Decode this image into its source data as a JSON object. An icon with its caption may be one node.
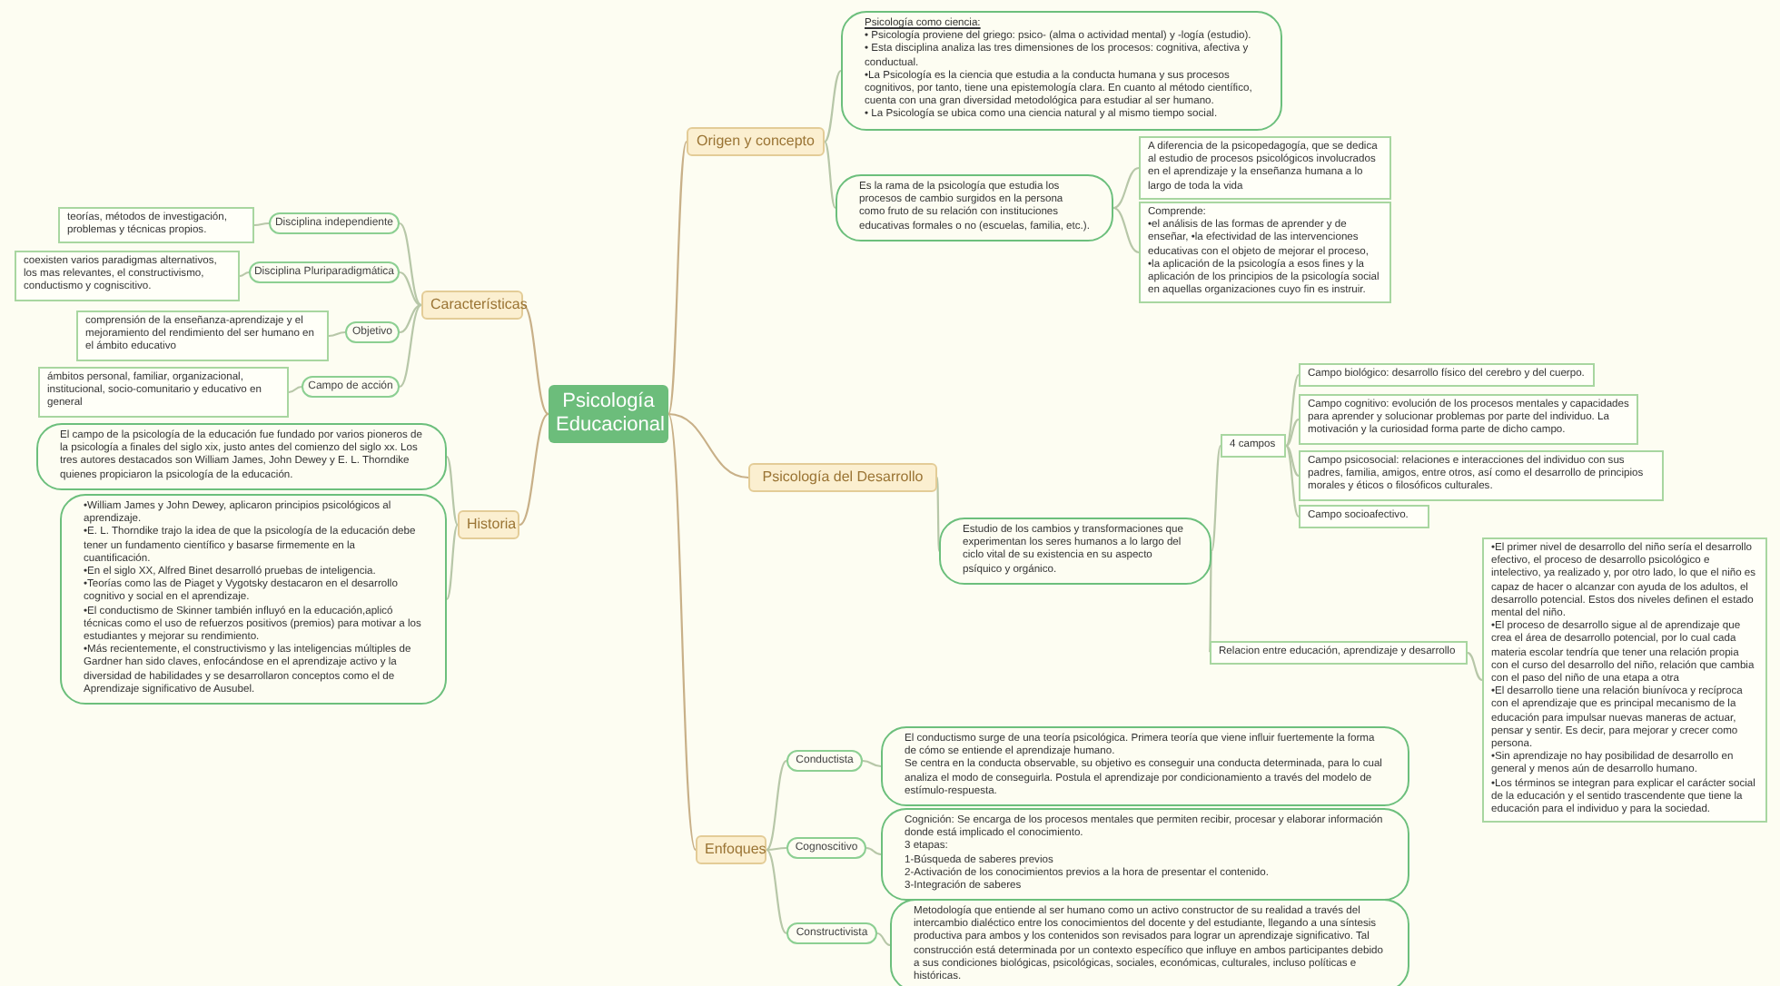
{
  "diagram": {
    "nodes": [
      {
        "text": [
          "Psicología Educacional"
        ]
      },
      {
        "text": [
          "Origen y concepto"
        ]
      },
      {
        "text": [
          "Psicología como ciencia:",
          "• Psicología proviene del griego: psico- (alma o actividad mental) y -logía (estudio).",
          "• Esta disciplina analiza las tres dimensiones de los procesos: cognitiva, afectiva y conductual.",
          "•La Psicología es la ciencia que estudia a la conducta humana y sus procesos cognitivos, por tanto, tiene una epistemología clara. En cuanto al método científico, cuenta con una gran diversidad metodológica para estudiar al ser humano.",
          "• La Psicología se ubica como una ciencia natural y al mismo tiempo social."
        ]
      },
      {
        "text": [
          "Es la rama de la psicología que estudia los procesos de cambio surgidos en la persona como fruto de su relación con instituciones educativas formales o no (escuelas, familia, etc.)."
        ]
      },
      {
        "text": [
          "A diferencia de la psicopedagogía, que se dedica al estudio de procesos psicológicos involucrados en el aprendizaje y la enseñanza humana a lo largo de toda la vida"
        ]
      },
      {
        "text": [
          "Comprende:",
          "•el análisis de las formas de aprender y de enseñar, •la efectividad de las intervenciones educativas con el objeto de mejorar el proceso,",
          "•la aplicación de la psicología a esos fines y la aplicación de los principios de la psicología social en aquellas organizaciones cuyo fin es instruir."
        ]
      },
      {
        "text": [
          "Características"
        ]
      },
      {
        "text": [
          "Disciplina independiente"
        ]
      },
      {
        "text": [
          "teorías, métodos de investigación, problemas y técnicas propios."
        ]
      },
      {
        "text": [
          "Disciplina Pluriparadigmática"
        ]
      },
      {
        "text": [
          "coexisten varios paradigmas alternativos, los mas relevantes, el constructivismo, conductismo y cogniscitivo."
        ]
      },
      {
        "text": [
          "Objetivo"
        ]
      },
      {
        "text": [
          "comprensión de la enseñanza-aprendizaje y el mejoramiento del rendimiento del ser humano en el ámbito educativo"
        ]
      },
      {
        "text": [
          "Campo de acción"
        ]
      },
      {
        "text": [
          "ámbitos personal, familiar, organizacional, institucional, socio-comunitario y educativo en general"
        ]
      },
      {
        "text": [
          "Historia"
        ]
      },
      {
        "text": [
          "El campo de la psicología de la educación fue fundado por varios pioneros de la psicología a finales del siglo xix, justo antes del comienzo del siglo xx. Los tres autores destacados son William James, John Dewey y E. L. Thorndike quienes propiciaron la psicología de la educación."
        ]
      },
      {
        "text": [
          "•William James y John Dewey, aplicaron principios psicológicos al aprendizaje.",
          "•E. L. Thorndike trajo la idea de que la psicología de la educación debe tener un fundamento científico y basarse firmemente en la cuantificación.",
          "•En el siglo XX, Alfred Binet desarrolló pruebas de inteligencia.",
          "•Teorías como las de Piaget y Vygotsky destacaron en el desarrollo cognitivo y social en el aprendizaje.",
          "•El conductismo de Skinner también influyó en la educación,aplicó técnicas como el uso de refuerzos positivos (premios) para motivar a los estudiantes y mejorar su rendimiento.",
          "•Más recientemente, el constructivismo y las inteligencias múltiples de Gardner han sido claves, enfocándose en el aprendizaje activo y la diversidad de habilidades y se desarrollaron conceptos como el de Aprendizaje significativo de Ausubel."
        ]
      },
      {
        "text": [
          "Psicología del Desarrollo"
        ]
      },
      {
        "text": [
          "Estudio de los cambios y transformaciones que experimentan los seres humanos a lo largo del ciclo vital de su existencia en su aspecto psíquico y orgánico."
        ]
      },
      {
        "text": [
          "4 campos"
        ]
      },
      {
        "text": [
          "Campo biológico: desarrollo físico del cerebro y del cuerpo."
        ]
      },
      {
        "text": [
          "Campo cognitivo: evolución de los procesos mentales y capacidades para aprender y solucionar problemas por parte del individuo. La motivación y la curiosidad forma parte de dicho campo."
        ]
      },
      {
        "text": [
          "Campo psicosocial: relaciones e interacciones del individuo con sus padres, familia, amigos, entre otros, así como el desarrollo de principios morales y éticos o filosóficos culturales."
        ]
      },
      {
        "text": [
          "Campo socioafectivo."
        ]
      },
      {
        "text": [
          "Relacion entre educación, aprendizaje y desarrollo"
        ]
      },
      {
        "text": [
          "•El primer nivel de desarrollo del niño sería el desarrollo efectivo, el proceso de desarrollo psicológico e intelectivo, ya realizado y, por otro lado, lo que el niño es capaz de hacer o alcanzar con ayuda de los adultos, el desarrollo potencial. Estos dos niveles definen el estado mental del niño.",
          "•El proceso de desarrollo sigue al de aprendizaje que crea el área de desarrollo potencial, por lo cual cada materia escolar tendría que tener una relación propia con el curso del desarrollo del niño, relación que cambia con el paso del niño de una etapa a otra",
          "•El desarrollo tiene una relación biunívoca y recíproca con el aprendizaje que es principal mecanismo de la educación para impulsar nuevas maneras de actuar, pensar y sentir. Es decir, para mejorar y crecer como persona.",
          "•Sin aprendizaje no hay posibilidad de desarrollo en general y menos aún de desarrollo humano.",
          "•Los términos se integran para explicar el carácter social de la educación y el sentido trascendente que tiene la educación para el individuo y para la sociedad."
        ]
      },
      {
        "text": [
          "Enfoques"
        ]
      },
      {
        "text": [
          "Conductista"
        ]
      },
      {
        "text": [
          "El conductismo surge de una teoría psicológica. Primera teoría que viene influir fuertemente la forma de cómo se entiende el aprendizaje humano.",
          "Se centra en la conducta observable, su objetivo es conseguir una conducta determinada, para lo cual analiza el modo de conseguirla. Postula el aprendizaje por condicionamiento a través del modelo de estímulo-respuesta."
        ]
      },
      {
        "text": [
          "Cognoscitivo"
        ]
      },
      {
        "text": [
          "Cognición: Se encarga de los procesos mentales que permiten recibir, procesar y elaborar información donde está implicado el conocimiento.",
          "3 etapas:",
          "1-Búsqueda de saberes previos",
          "2-Activación de los conocimientos previos a la hora de presentar el contenido.",
          "3-Integración de saberes"
        ]
      },
      {
        "text": [
          "Constructivista"
        ]
      },
      {
        "text": [
          "Metodología que entiende al ser humano como un activo constructor de su realidad a través del intercambio dialéctico entre los conocimientos del docente y del estudiante, llegando a una síntesis productiva para ambos y los contenidos son revisados para lograr un aprendizaje significativo. Tal construcción está determinada por un contexto específico que influye en ambos participantes debido a sus condiciones biológicas, psicológicas, sociales, económicas, culturales, incluso políticas e históricas."
        ]
      }
    ],
    "edges": [
      {
        "from": 0,
        "to": 1,
        "arrow": "none",
        "color": "#c8b088"
      },
      {
        "from": 1,
        "to": 2,
        "arrow": "none"
      },
      {
        "from": 1,
        "to": 3,
        "arrow": "none"
      },
      {
        "from": 3,
        "to": 4,
        "arrow": "none"
      },
      {
        "from": 3,
        "to": 5,
        "arrow": "none"
      },
      {
        "from": 0,
        "to": 6,
        "arrow": "none",
        "color": "#c8b088"
      },
      {
        "from": 6,
        "to": 7,
        "arrow": "none"
      },
      {
        "from": 7,
        "to": 8,
        "arrow": "none"
      },
      {
        "from": 6,
        "to": 9,
        "arrow": "none"
      },
      {
        "from": 9,
        "to": 10,
        "arrow": "none"
      },
      {
        "from": 6,
        "to": 11,
        "arrow": "none"
      },
      {
        "from": 11,
        "to": 12,
        "arrow": "none"
      },
      {
        "from": 6,
        "to": 13,
        "arrow": "none"
      },
      {
        "from": 13,
        "to": 14,
        "arrow": "none"
      },
      {
        "from": 0,
        "to": 15,
        "arrow": "none",
        "color": "#c8b088"
      },
      {
        "from": 15,
        "to": 16,
        "arrow": "none"
      },
      {
        "from": 15,
        "to": 17,
        "arrow": "none"
      },
      {
        "from": 0,
        "to": 18,
        "arrow": "none",
        "color": "#c8b088"
      },
      {
        "from": 18,
        "to": 19,
        "arrow": "none"
      },
      {
        "from": 19,
        "to": 20,
        "arrow": "none"
      },
      {
        "from": 20,
        "to": 21,
        "arrow": "none"
      },
      {
        "from": 20,
        "to": 22,
        "arrow": "none"
      },
      {
        "from": 20,
        "to": 23,
        "arrow": "none"
      },
      {
        "from": 20,
        "to": 24,
        "arrow": "none"
      },
      {
        "from": 19,
        "to": 25,
        "arrow": "none"
      },
      {
        "from": 25,
        "to": 26,
        "arrow": "none"
      },
      {
        "from": 0,
        "to": 27,
        "arrow": "none",
        "color": "#c8b088"
      },
      {
        "from": 27,
        "to": 28,
        "arrow": "none"
      },
      {
        "from": 28,
        "to": 29,
        "arrow": "none"
      },
      {
        "from": 27,
        "to": 30,
        "arrow": "none"
      },
      {
        "from": 30,
        "to": 31,
        "arrow": "none"
      },
      {
        "from": 27,
        "to": 32,
        "arrow": "none"
      },
      {
        "from": 32,
        "to": 33,
        "arrow": "none"
      }
    ]
  }
}
